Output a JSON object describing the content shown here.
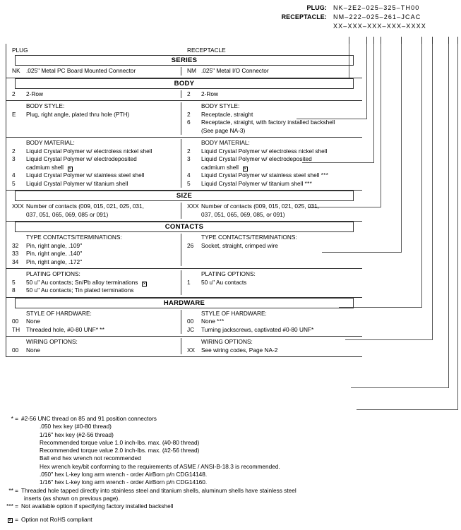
{
  "part_numbers": {
    "plug_label": "PLUG:",
    "plug_value": "NK–2E2–025–325–TH00",
    "receptacle_label": "RECEPTACLE:",
    "receptacle_value": "NM–222–025–261–JCAC",
    "mask": "XX–XXX–XXX–XXX–XXXX"
  },
  "columns": {
    "plug": "PLUG",
    "receptacle": "RECEPTACLE"
  },
  "sections": {
    "series": {
      "title": "SERIES",
      "plug": {
        "code": "NK",
        "desc": ".025\" Metal PC Board Mounted Connector"
      },
      "receptacle": {
        "code": "NM",
        "desc": ".025\" Metal I/O Connector"
      }
    },
    "body": {
      "title": "BODY",
      "row": {
        "plug": {
          "code": "2",
          "desc": "2-Row"
        },
        "receptacle": {
          "code": "2",
          "desc": "2-Row"
        }
      },
      "style": {
        "heading": "BODY STYLE:",
        "plug": [
          {
            "code": "E",
            "desc": "Plug, right angle, plated thru hole (PTH)"
          }
        ],
        "receptacle": [
          {
            "code": "2",
            "desc": "Receptacle, straight"
          },
          {
            "code": "6",
            "desc": "Receptacle, straight, with factory installed backshell",
            "cont": "(See page NA-3)"
          }
        ]
      },
      "material": {
        "heading": "BODY MATERIAL:",
        "plug": [
          {
            "code": "2",
            "desc": "Liquid Crystal Polymer w/ electroless nickel shell"
          },
          {
            "code": "3",
            "desc": "Liquid Crystal Polymer w/ electrodeposited",
            "cont": "cadmium shell",
            "rohs": true
          },
          {
            "code": "4",
            "desc": "Liquid Crystal Polymer w/ stainless steel shell"
          },
          {
            "code": "5",
            "desc": "Liquid Crystal Polymer w/ titanium shell"
          }
        ],
        "receptacle": [
          {
            "code": "2",
            "desc": "Liquid Crystal Polymer w/ electroless nickel shell"
          },
          {
            "code": "3",
            "desc": "Liquid Crystal Polymer w/ electrodeposited",
            "cont": "cadmium shell",
            "rohs": true
          },
          {
            "code": "4",
            "desc": "Liquid Crystal Polymer w/ stainless steel shell",
            "sup": "***"
          },
          {
            "code": "5",
            "desc": "Liquid Crystal Polymer w/ titanium shell",
            "sup": "***"
          }
        ]
      }
    },
    "size": {
      "title": "SIZE",
      "plug": {
        "code": "XXX",
        "desc": "Number of contacts (009, 015, 021, 025, 031,",
        "cont": "037, 051, 065, 069, 085 or 091)"
      },
      "receptacle": {
        "code": "XXX",
        "desc": "Number of contacts (009, 015, 021, 025, 031,",
        "cont": "037, 051, 065, 069, 085, or 091)"
      }
    },
    "contacts": {
      "title": "CONTACTS",
      "type": {
        "heading": "TYPE CONTACTS/TERMINATIONS:",
        "plug": [
          {
            "code": "32",
            "desc": "Pin, right angle, .109\""
          },
          {
            "code": "33",
            "desc": "Pin, right angle, .140\""
          },
          {
            "code": "34",
            "desc": "Pin, right angle, .172\""
          }
        ],
        "receptacle": [
          {
            "code": "26",
            "desc": "Socket, straight, crimped wire"
          }
        ]
      },
      "plating": {
        "heading": "PLATING OPTIONS:",
        "plug": [
          {
            "code": "5",
            "desc": "50 u\" Au contacts; Sn/Pb alloy terminations",
            "rohs": true
          },
          {
            "code": "8",
            "desc": "50 u\" Au contacts; Tin plated terminations"
          }
        ],
        "receptacle": [
          {
            "code": "1",
            "desc": "50 u\" Au contacts"
          }
        ]
      }
    },
    "hardware": {
      "title": "HARDWARE",
      "style": {
        "heading": "STYLE OF HARDWARE:",
        "plug": [
          {
            "code": "00",
            "desc": "None"
          },
          {
            "code": "TH",
            "desc": "Threaded hole, #0-80 UNF*",
            "sup": "**"
          }
        ],
        "receptacle": [
          {
            "code": "00",
            "desc": "None",
            "sup": "***"
          },
          {
            "code": "JC",
            "desc": "Turning jackscrews, captivated #0-80 UNF*"
          }
        ]
      },
      "wiring": {
        "heading": "WIRING OPTIONS:",
        "plug": [
          {
            "code": "00",
            "desc": "None"
          }
        ],
        "receptacle": [
          {
            "code": "XX",
            "desc": "See wiring codes, Page NA-2"
          }
        ]
      }
    }
  },
  "footnotes": {
    "star": {
      "mark": "* =",
      "text": "#2-56 UNC thread on 85 and 91 position connectors",
      "lines": [
        ".050 hex key (#0-80 thread)",
        "1/16\" hex key (#2-56 thread)",
        "Recommended torque value 1.0 inch-lbs. max. (#0-80 thread)",
        "Recommended torque value 2.0 inch-lbs. max. (#2-56 thread)",
        "Ball end hex wrench not recommended",
        "Hex wrench key/bit conforming to the requirements of ASME / ANSI-B-18.3 is recommended.",
        ".050\" hex L-key long arm wrench - order AirBorn p/n CDG14148.",
        "1/16\" hex L-key long arm wrench - order AirBorn p/n CDG14160."
      ]
    },
    "dstar": {
      "mark": "** =",
      "text": "Threaded hole tapped directly into stainless steel and titanium shells, aluminum shells have stainless steel",
      "cont": "inserts (as shown on previous page)."
    },
    "tstar": {
      "mark": "*** =",
      "text": "Not available option if specifying factory installed backshell"
    },
    "rohs": {
      "mark": "=",
      "text": "Option not RoHS compliant"
    }
  },
  "colors": {
    "text": "#000000",
    "rule": "#333333",
    "leader": "#555555",
    "background": "#ffffff"
  }
}
